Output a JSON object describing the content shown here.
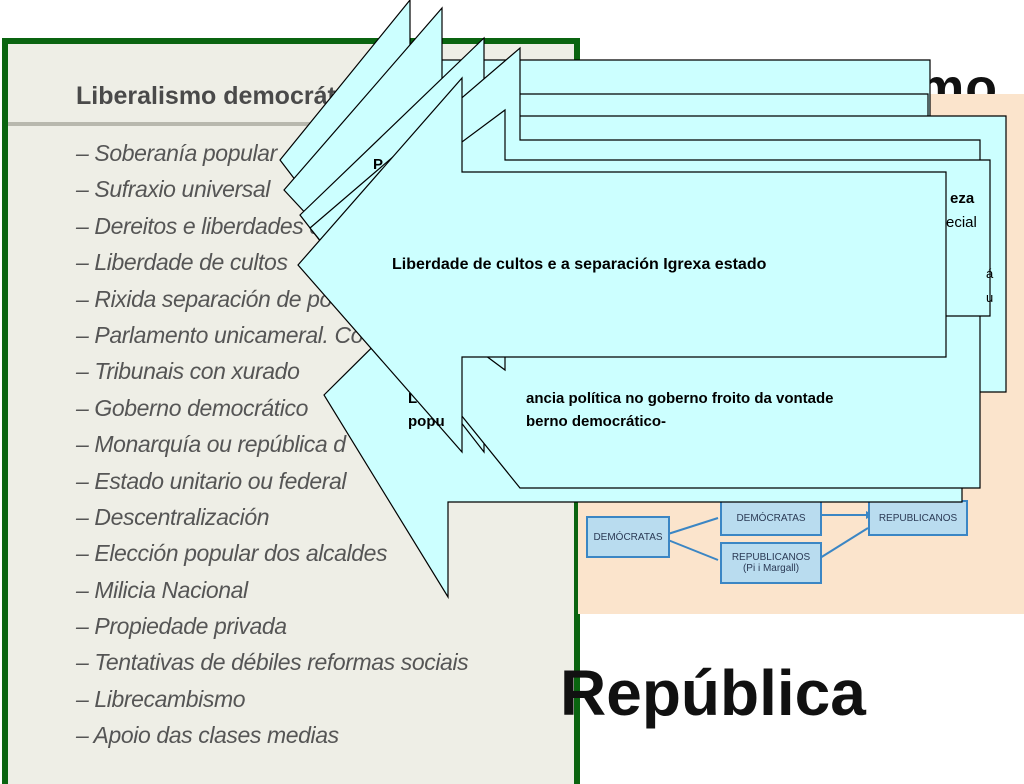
{
  "scan": {
    "title": "Liberalismo democrát",
    "items": [
      "– Soberanía popular",
      "– Sufraxio universal",
      "– Dereitos e liberdades d",
      "– Liberdade de cultos",
      "– Rixida separación de po",
      "– Parlamento unicameral. Co",
      "– Tribunais con xurado",
      "– Goberno democrático",
      "– Monarquía ou república d",
      "– Estado unitario ou federal",
      "– Descentralización",
      "– Elección popular dos alcaldes",
      "– Milicia Nacional",
      "– Propiedade privada",
      "– Tentativas de débiles reformas sociais",
      "– Librecambismo",
      "– Apoio das clases medias"
    ]
  },
  "background": {
    "heading_fragment": "mo",
    "big_word": "República"
  },
  "right_fragments": {
    "line1": "eza",
    "line2": "ecial",
    "line3": "á",
    "line4": "u"
  },
  "diagram": {
    "democratas_left": "DEMÓCRATAS",
    "democratas_top": "DEMÓCRATAS",
    "republicanos_right": "REPUBLICANOS",
    "republicanos_bottom": "REPUBLICANOS",
    "republicanos_bottom_sub": "(Pi i Margall)",
    "colors": {
      "box_fill": "#b9dcef",
      "box_border": "#3b86c4",
      "peach": "#fbe4cc"
    }
  },
  "arrows": {
    "front_label": "Liberdade de cultos e a separación Igrexa estado",
    "fragment_P": "P",
    "fragment_L": "L",
    "lower_line1_a": "ancia política no goberno froito da vontade",
    "lower_line2_a": "popu",
    "lower_line2_b": "berno democrático-",
    "colors": {
      "fill": "#ccffff",
      "stroke": "#000000",
      "frame": "#0a6410"
    }
  }
}
